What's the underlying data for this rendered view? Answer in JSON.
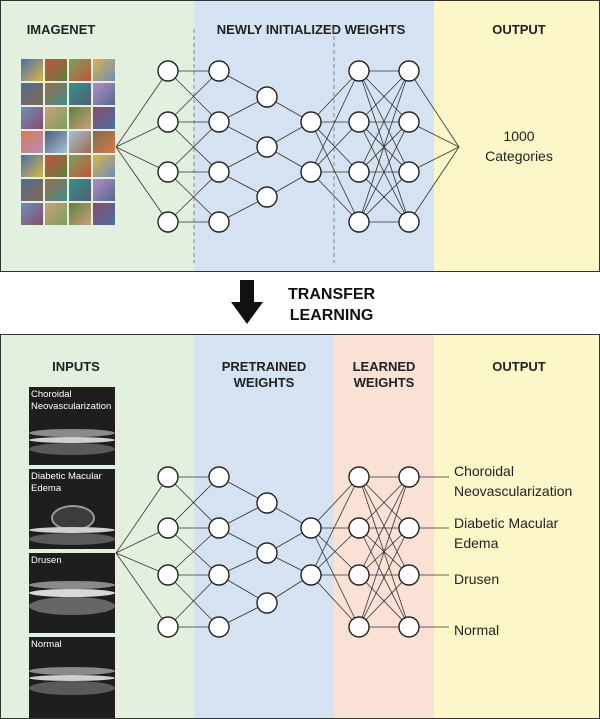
{
  "top_panel": {
    "headers": {
      "imagenet": "IMAGENET",
      "new_weights": "NEWLY INITIALIZED WEIGHTS",
      "output": "OUTPUT"
    },
    "output_text": [
      "1000",
      "Categories"
    ]
  },
  "transfer": {
    "line1": "TRANSFER",
    "line2": "LEARNING"
  },
  "bottom_panel": {
    "headers": {
      "inputs": "INPUTS",
      "pretrained": [
        "PRETRAINED",
        "WEIGHTS"
      ],
      "learned": [
        "LEARNED",
        "WEIGHTS"
      ],
      "output": "OUTPUT"
    },
    "oct_scans": [
      {
        "label": [
          "Choroidal",
          "Neovascularization"
        ]
      },
      {
        "label": [
          "Diabetic Macular",
          "Edema"
        ]
      },
      {
        "label": [
          "Drusen"
        ]
      },
      {
        "label": [
          "Normal"
        ]
      }
    ],
    "outputs": [
      [
        "Choroidal",
        "Neovascularization"
      ],
      [
        "Diabetic Macular",
        "Edema"
      ],
      [
        "Drusen"
      ],
      [
        "Normal"
      ]
    ]
  },
  "colors": {
    "green_band": "#e3f0df",
    "blue_band": "#d5e2f2",
    "yellow_band": "#fbf7c9",
    "red_band": "#fbe0d6",
    "node_stroke": "#222222",
    "line": "#333333"
  },
  "icons": {
    "arrow": "down-arrow-icon"
  }
}
